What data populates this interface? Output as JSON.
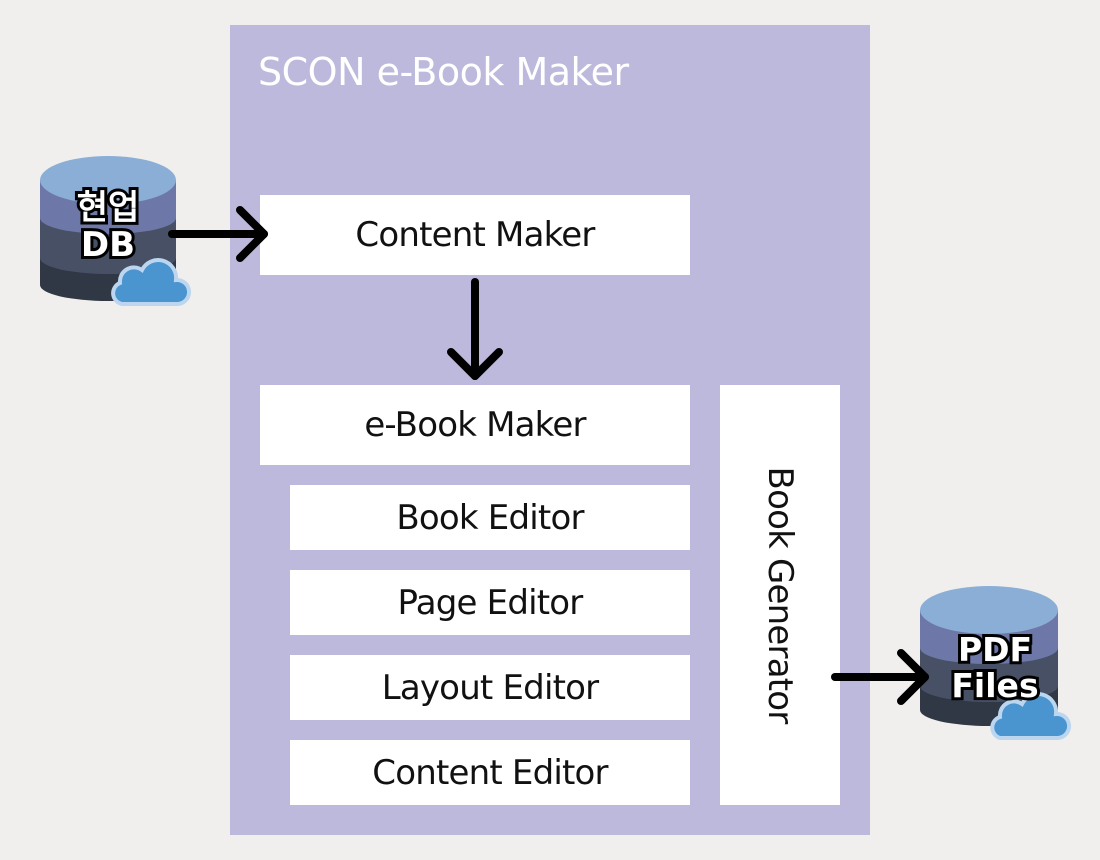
{
  "panel": {
    "title": "SCON e-Book Maker"
  },
  "boxes": {
    "content_maker": "Content Maker",
    "ebook_maker": "e-Book Maker",
    "book_editor": "Book Editor",
    "page_editor": "Page Editor",
    "layout_editor": "Layout Editor",
    "content_editor": "Content Editor",
    "book_generator": "Book Generator"
  },
  "sources": {
    "db_line1": "현업",
    "db_line2": "DB"
  },
  "outputs": {
    "pdf_line1": "PDF",
    "pdf_line2": "Files"
  },
  "icons": {
    "source": "database-cloud-icon",
    "output": "database-cloud-icon"
  },
  "colors": {
    "panel": "#bcb9dc",
    "background": "#f0efed",
    "box": "#ffffff",
    "cloud": "#4a94d0",
    "db_top": "#8aaed6",
    "db_mid": "#6e78a8",
    "db_low": "#485066",
    "db_base": "#2f3844"
  }
}
